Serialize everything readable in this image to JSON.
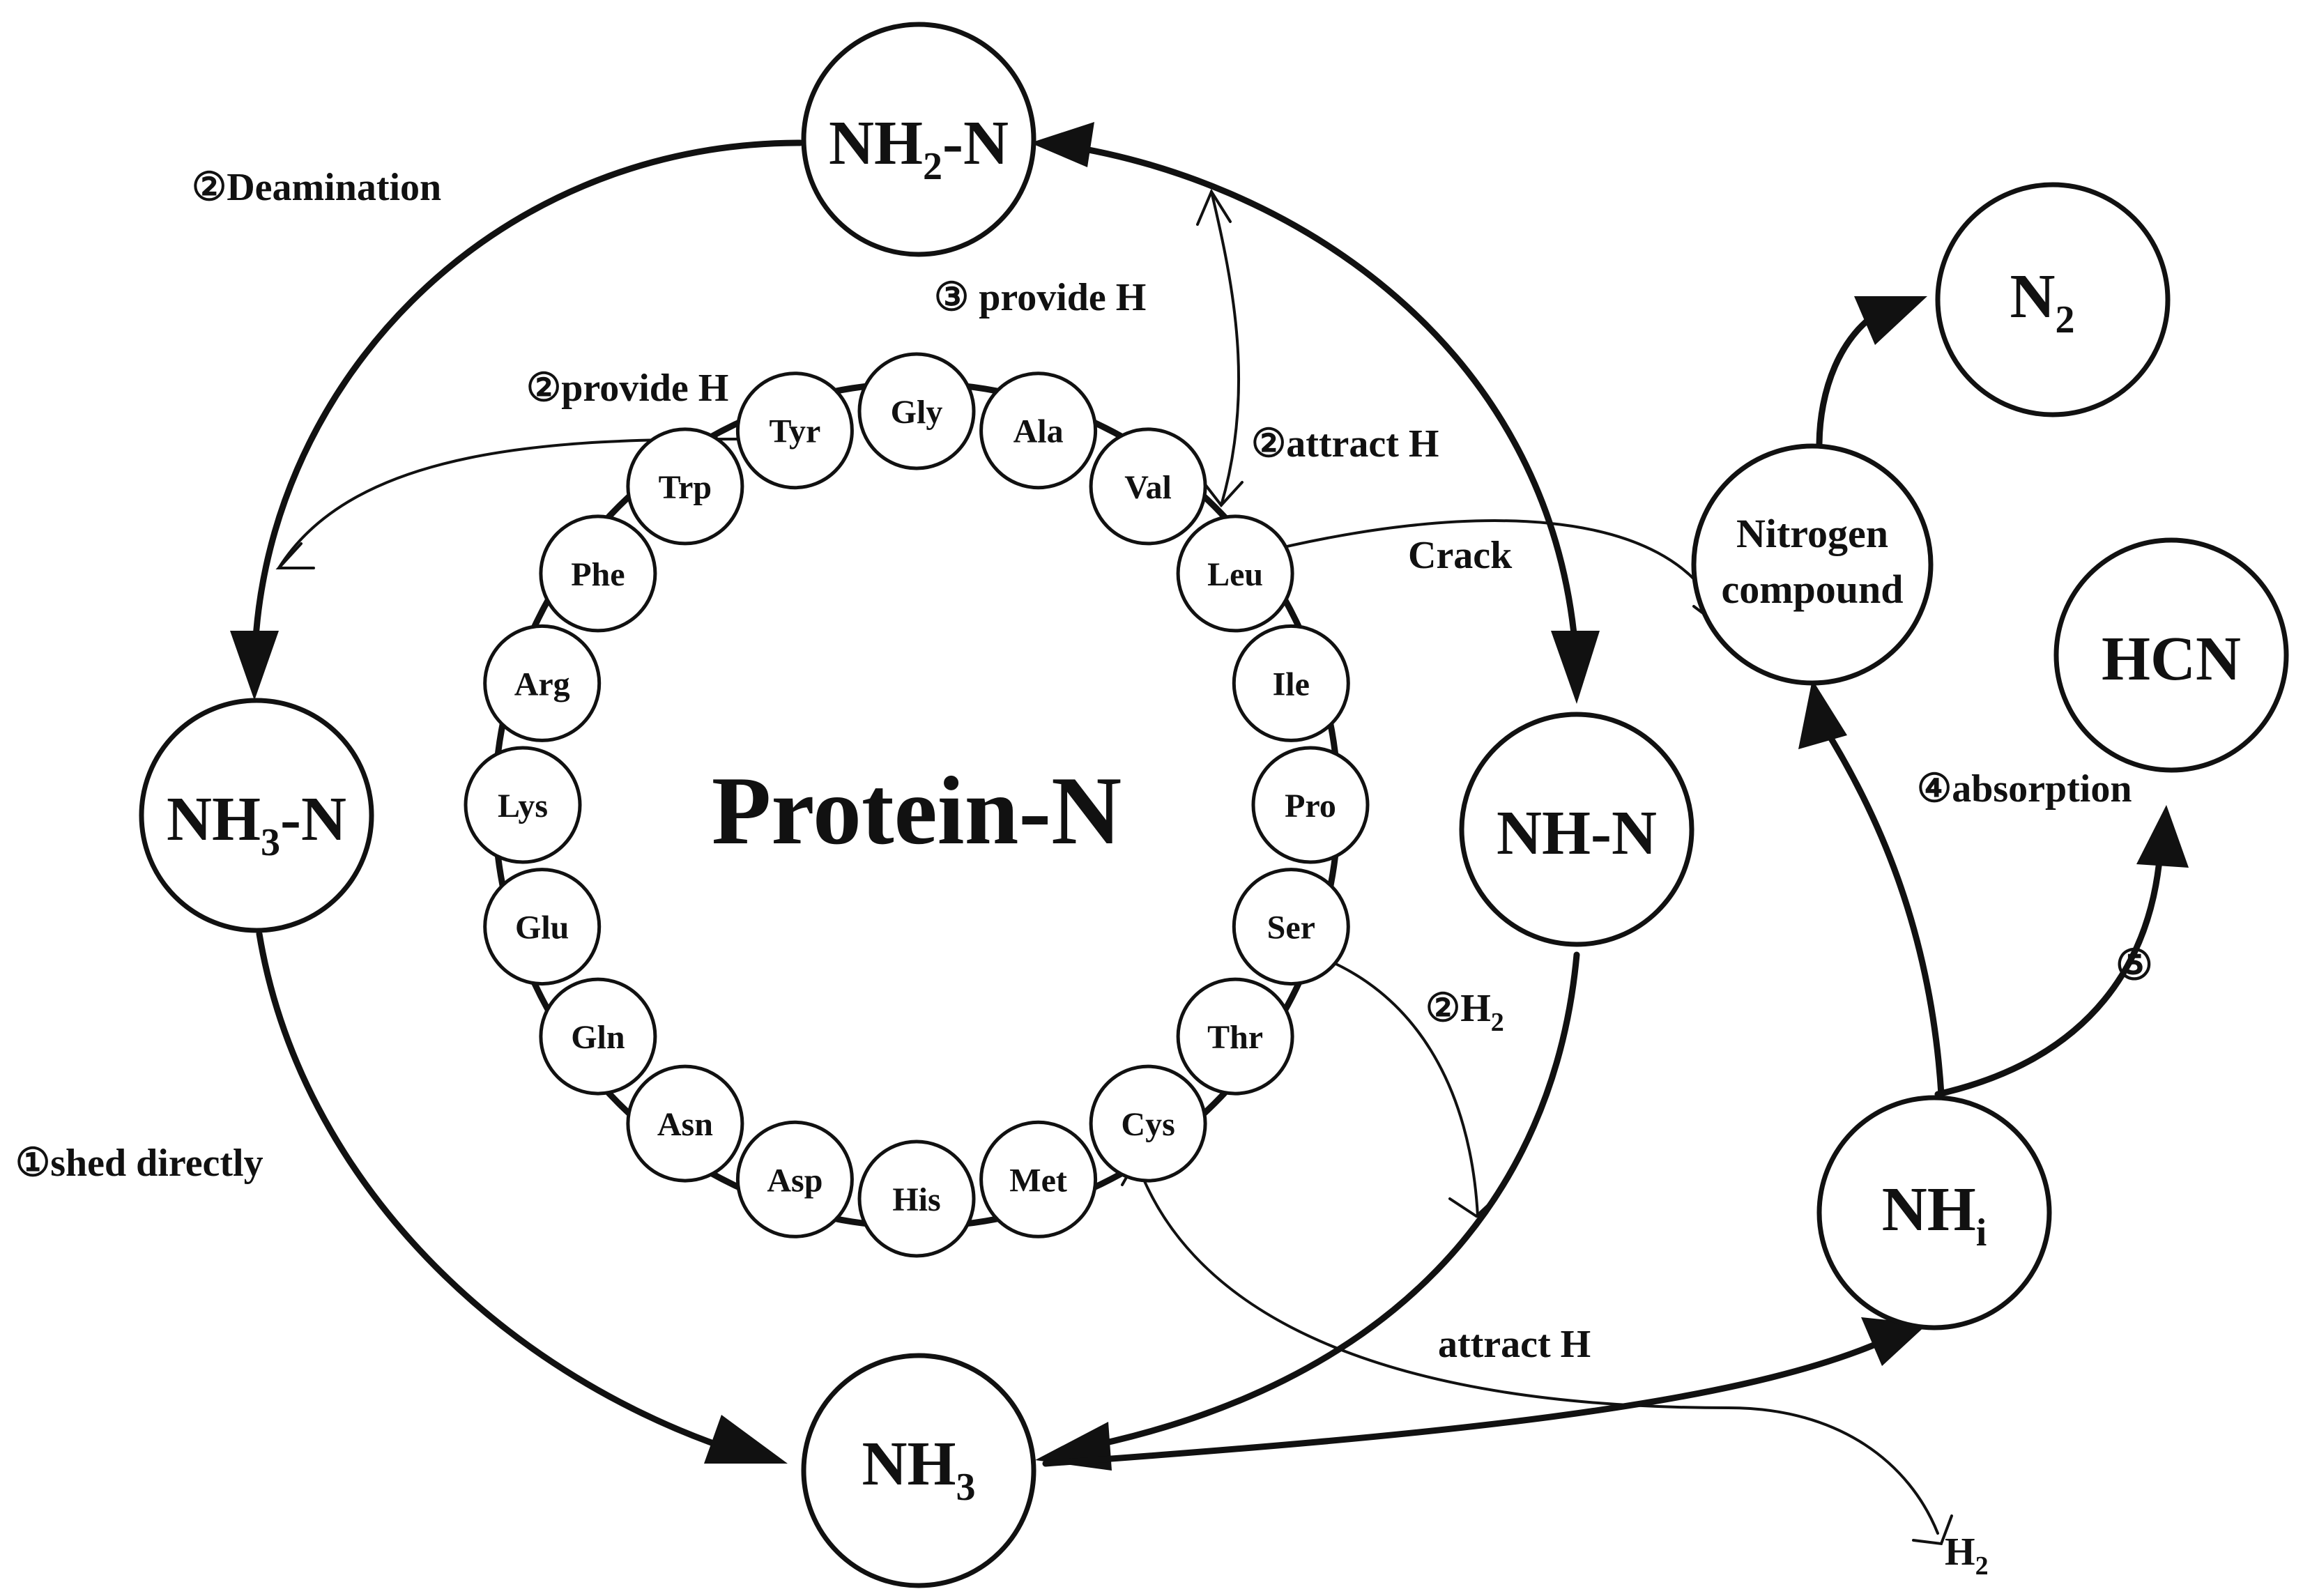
{
  "nodes": {
    "nh2n": {
      "main": "NH",
      "sub": "2",
      "tail": "-N"
    },
    "nh3n": {
      "main": "NH",
      "sub": "3",
      "tail": "-N"
    },
    "nhn": {
      "main": "NH-N"
    },
    "nh3": {
      "main": "NH",
      "sub": "3"
    },
    "nhi": {
      "main": "NH",
      "sub": "i"
    },
    "n2": {
      "main": "N",
      "sub": "2"
    },
    "hcn": {
      "main": "HCN"
    },
    "nitrogen": {
      "line1": "Nitrogen",
      "line2": "compound"
    },
    "protein": {
      "label": "Protein-N"
    }
  },
  "amino_acids": [
    "Gly",
    "Ala",
    "Val",
    "Leu",
    "Ile",
    "Pro",
    "Ser",
    "Thr",
    "Cys",
    "Met",
    "His",
    "Asp",
    "Asn",
    "Gln",
    "Glu",
    "Lys",
    "Arg",
    "Phe",
    "Trp",
    "Tyr"
  ],
  "labels": {
    "deamination": "②Deamination",
    "provide_h_3": "③ provide H",
    "provide_h_2": "②provide H",
    "attract_h_2": "②attract H",
    "crack": "Crack",
    "absorption": "④absorption",
    "five": "⑤",
    "h2_reaction": {
      "main": "②H",
      "sub": "2"
    },
    "shed_directly": "①shed directly",
    "attract_h": "attract H",
    "h2_product": {
      "main": "H",
      "sub": "2"
    }
  }
}
